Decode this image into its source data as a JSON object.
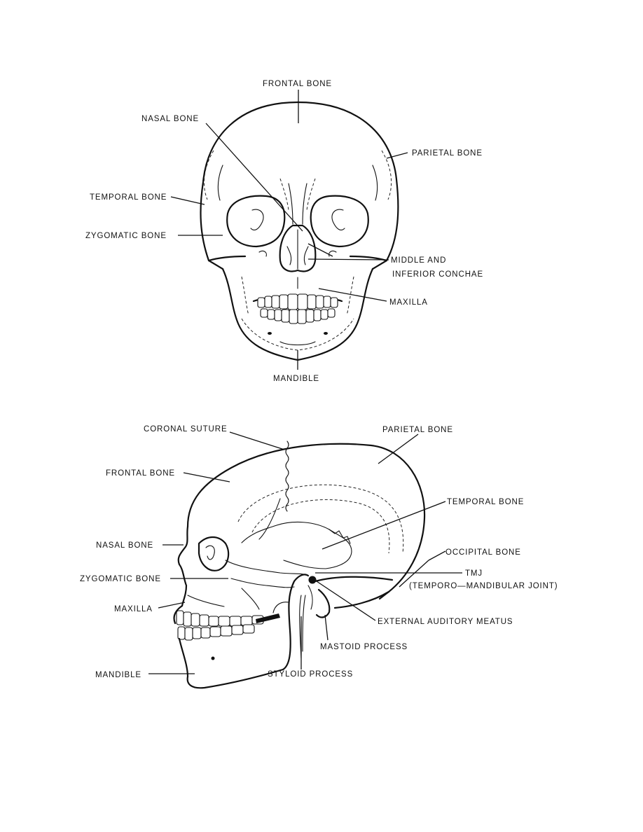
{
  "front_view": {
    "labels": {
      "frontal_bone": "FRONTAL BONE",
      "nasal_bone": "NASAL BONE",
      "parietal_bone": "PARIETAL BONE",
      "temporal_bone": "TEMPORAL BONE",
      "zygomatic_bone": "ZYGOMATIC BONE",
      "conchae_line1": "MIDDLE AND",
      "conchae_line2": "INFERIOR CONCHAE",
      "maxilla": "MAXILLA",
      "mandible": "MANDIBLE"
    }
  },
  "side_view": {
    "labels": {
      "coronal_suture": "CORONAL SUTURE",
      "parietal_bone": "PARIETAL BONE",
      "frontal_bone": "FRONTAL BONE",
      "temporal_bone": "TEMPORAL BONE",
      "nasal_bone": "NASAL BONE",
      "occipital_bone": "OCCIPITAL BONE",
      "zygomatic_bone": "ZYGOMATIC BONE",
      "tmj_line1": "TMJ",
      "tmj_line2": "(TEMPORO—MANDIBULAR JOINT)",
      "maxilla": "MAXILLA",
      "external_auditory_meatus": "EXTERNAL AUDITORY MEATUS",
      "mastoid_process": "MASTOID PROCESS",
      "mandible": "MANDIBLE",
      "styloid_process": "STYLOID PROCESS"
    }
  }
}
